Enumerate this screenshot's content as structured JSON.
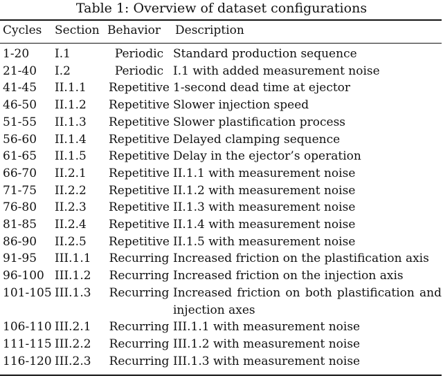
{
  "caption": "Table 1: Overview of dataset configurations",
  "columns": [
    "Cycles",
    "Section",
    "Behavior",
    "Description"
  ],
  "rows": [
    {
      "cycles": "1-20",
      "section": "I.1",
      "behavior": "Periodic",
      "description": "Standard production sequence"
    },
    {
      "cycles": "21-40",
      "section": "I.2",
      "behavior": "Periodic",
      "description": "I.1 with added measurement noise"
    },
    {
      "cycles": "41-45",
      "section": "II.1.1",
      "behavior": "Repetitive",
      "description": "1-second dead time at ejector"
    },
    {
      "cycles": "46-50",
      "section": "II.1.2",
      "behavior": "Repetitive",
      "description": "Slower injection speed"
    },
    {
      "cycles": "51-55",
      "section": "II.1.3",
      "behavior": "Repetitive",
      "description": "Slower plastification process"
    },
    {
      "cycles": "56-60",
      "section": "II.1.4",
      "behavior": "Repetitive",
      "description": "Delayed clamping sequence"
    },
    {
      "cycles": "61-65",
      "section": "II.1.5",
      "behavior": "Repetitive",
      "description": "Delay in the ejector’s operation"
    },
    {
      "cycles": "66-70",
      "section": "II.2.1",
      "behavior": "Repetitive",
      "description": "II.1.1 with measurement noise"
    },
    {
      "cycles": "71-75",
      "section": "II.2.2",
      "behavior": "Repetitive",
      "description": "II.1.2 with measurement noise"
    },
    {
      "cycles": "76-80",
      "section": "II.2.3",
      "behavior": "Repetitive",
      "description": "II.1.3 with measurement noise"
    },
    {
      "cycles": "81-85",
      "section": "II.2.4",
      "behavior": "Repetitive",
      "description": "II.1.4 with measurement noise"
    },
    {
      "cycles": "86-90",
      "section": "II.2.5",
      "behavior": "Repetitive",
      "description": "II.1.5 with measurement noise"
    },
    {
      "cycles": "91-95",
      "section": "III.1.1",
      "behavior": "Recurring",
      "description": "Increased friction on the plastification axis"
    },
    {
      "cycles": "96-100",
      "section": "III.1.2",
      "behavior": "Recurring",
      "description": "Increased friction on the injection axis"
    },
    {
      "cycles": "101-105",
      "section": "III.1.3",
      "behavior": "Recurring",
      "description": "Increased friction on both plastification and injection axes"
    },
    {
      "cycles": "106-110",
      "section": "III.2.1",
      "behavior": "Recurring",
      "description": "III.1.1 with measurement noise"
    },
    {
      "cycles": "111-115",
      "section": "III.2.2",
      "behavior": "Recurring",
      "description": "III.1.2 with measurement noise"
    },
    {
      "cycles": "116-120",
      "section": "III.2.3",
      "behavior": "Recurring",
      "description": "III.1.3 with measurement noise"
    }
  ]
}
